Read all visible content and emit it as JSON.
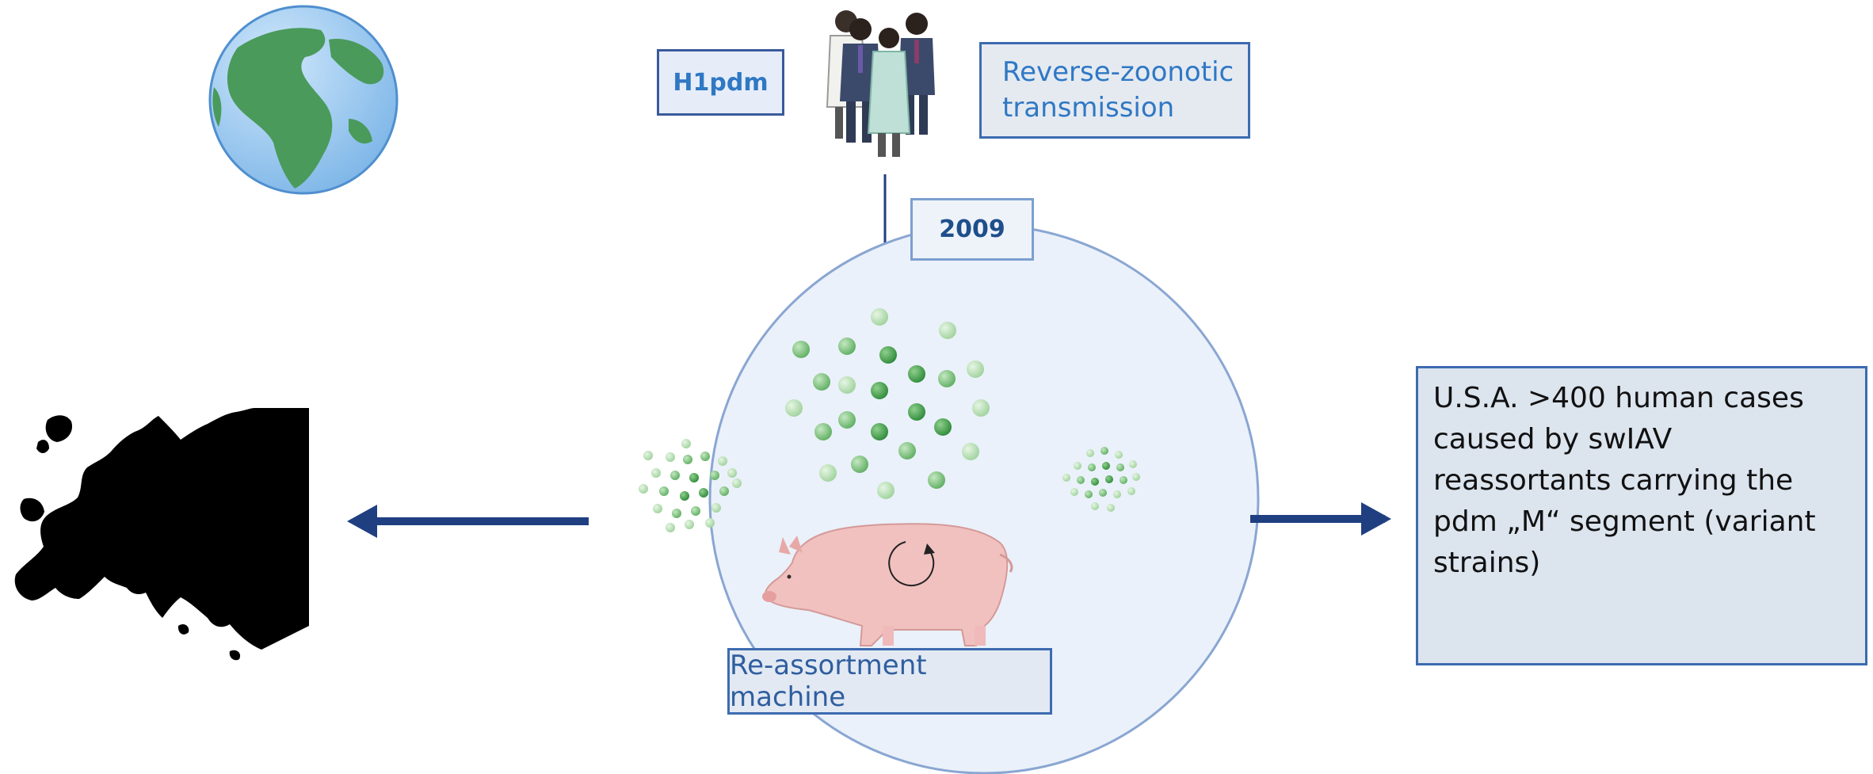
{
  "diagram": {
    "h1pdm_label": "H1pdm",
    "reverse_zoonotic_line1": "Reverse-zoonotic",
    "reverse_zoonotic_line2": "transmission",
    "year_label": "2009",
    "machine_label": "Re-assortment machine",
    "usa_text": "U.S.A. >400 human cases caused by swIAV reassortants carrying the pdm „M“ segment (variant strains)"
  },
  "icons": [
    "globe-icon",
    "people-icon",
    "pig-icon",
    "europe-map-icon",
    "virus-particle-icon",
    "arrow-left-icon",
    "arrow-right-icon",
    "arrow-down-icon",
    "cycle-icon"
  ],
  "colors": {
    "dark_blue": "#1f3f80",
    "box_border": "#3d6bb0",
    "circle_fill": "#eaf1fa",
    "circle_border": "#8aa6d2",
    "virus_green": "#4aa24f",
    "virus_light": "#b7dcb5",
    "pig_pink": "#f1c1c0"
  }
}
